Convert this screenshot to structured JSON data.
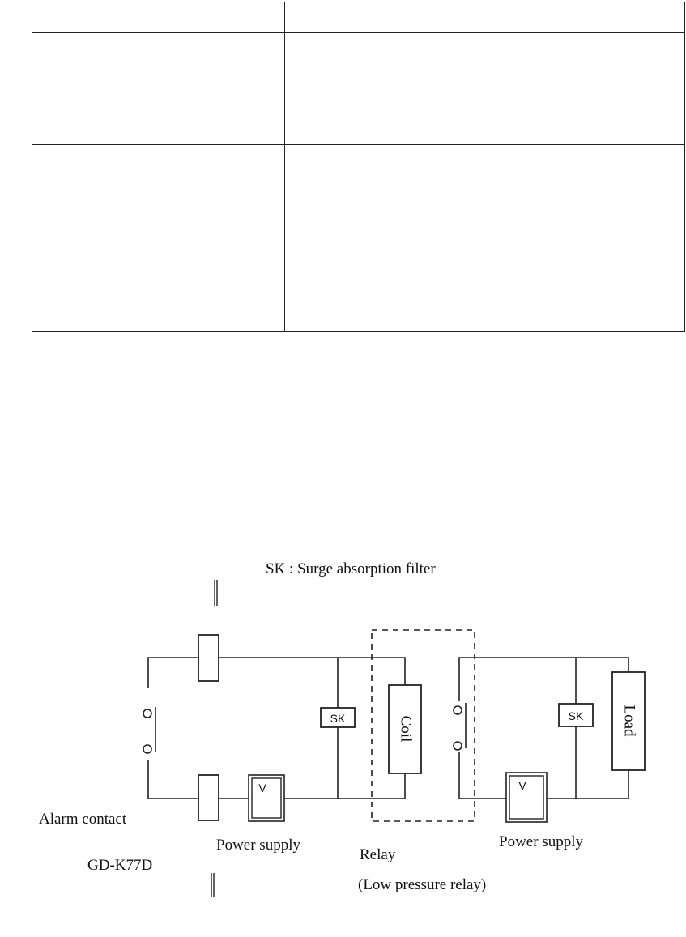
{
  "table": {
    "rows": [
      [
        "",
        ""
      ],
      [
        "",
        ""
      ],
      [
        "",
        ""
      ]
    ]
  },
  "diagram": {
    "legend": "SK : Surge absorption filter",
    "alarm_contact": "Alarm contact",
    "device": "GD-K77D",
    "power_supply_left": "Power supply",
    "power_supply_right": "Power supply",
    "relay": "Relay",
    "relay_note": "(Low pressure relay)",
    "coil": "Coil",
    "load": "Load",
    "sk_left": "SK",
    "sk_right": "SK",
    "v_left": "V",
    "v_right": "V"
  }
}
